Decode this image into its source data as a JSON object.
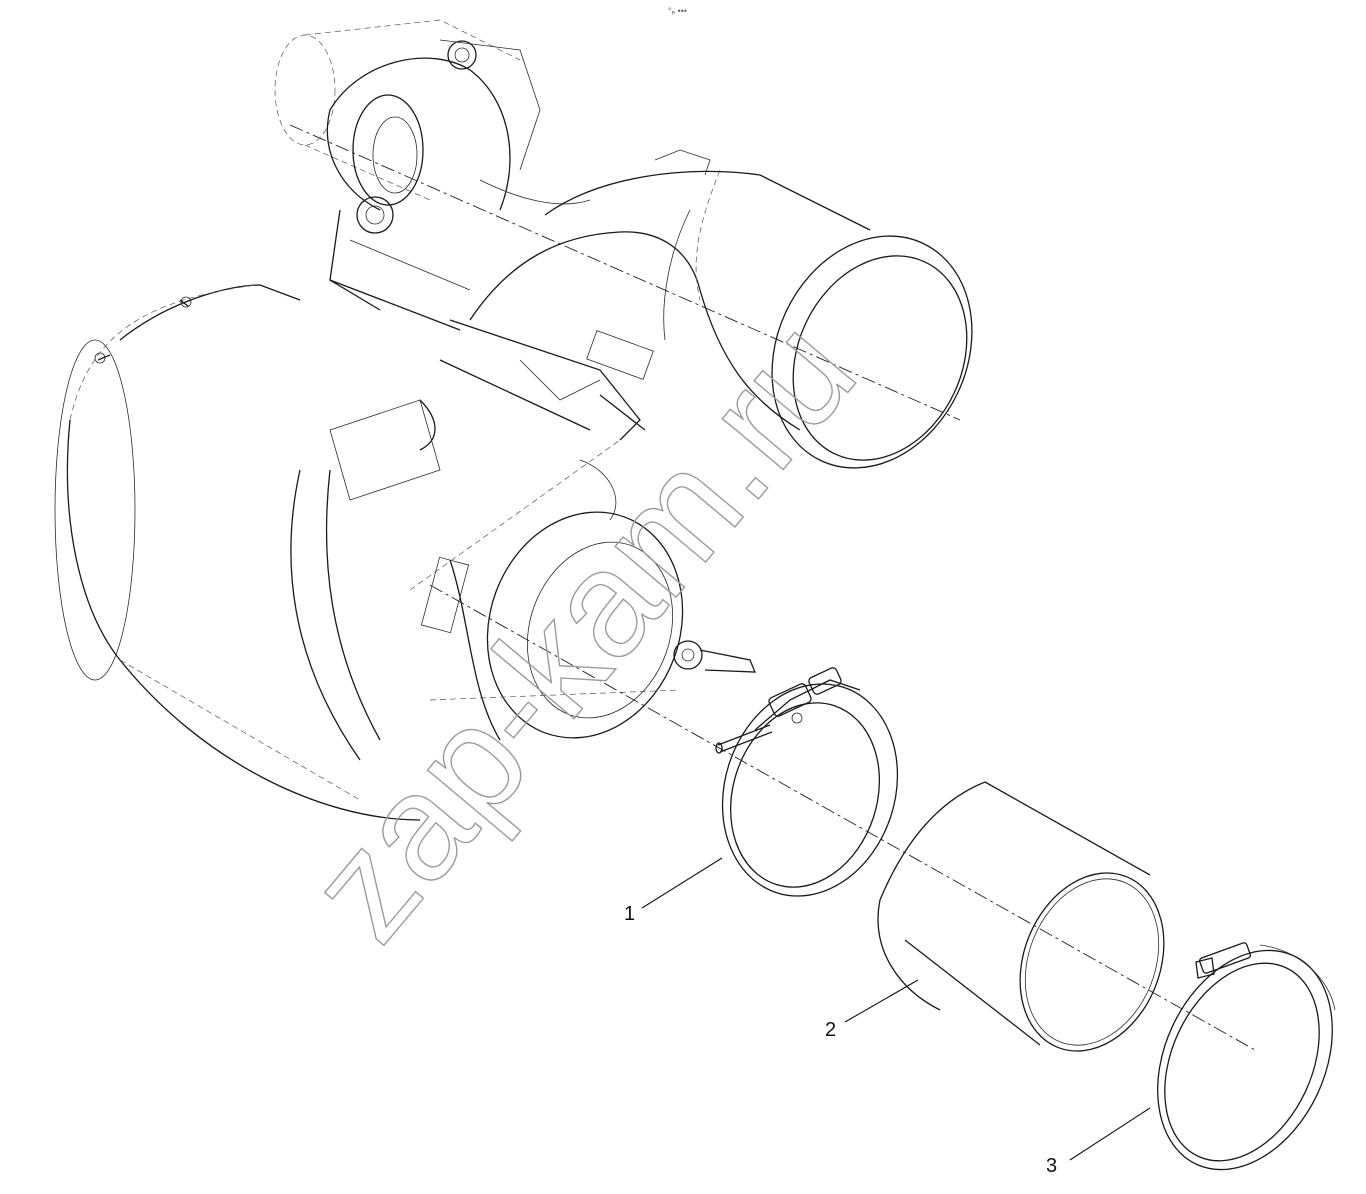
{
  "callouts": [
    {
      "id": "1",
      "label": "1"
    },
    {
      "id": "2",
      "label": "2"
    },
    {
      "id": "3",
      "label": "3"
    }
  ],
  "watermark": {
    "text": "zap-kam.ru"
  },
  "header_mark": {
    "text": "°ₑ •••"
  },
  "colors": {
    "line": "#1a1a1a",
    "watermark": "#9a9a9a",
    "background": "#ffffff"
  }
}
